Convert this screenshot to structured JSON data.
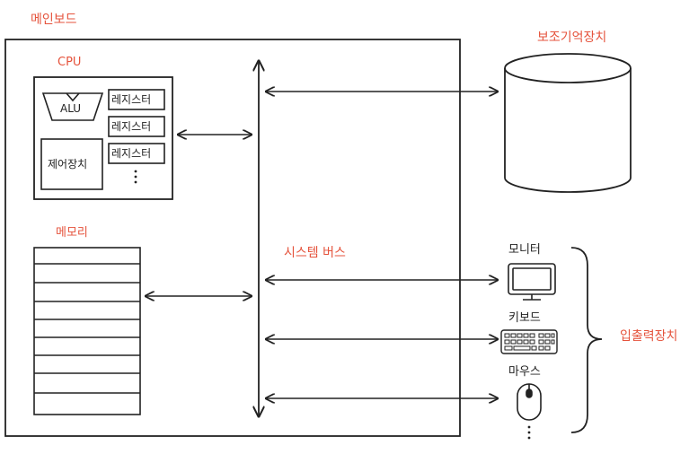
{
  "labels": {
    "mainboard": "메인보드",
    "cpu": "CPU",
    "alu": "ALU",
    "register": "레지스터",
    "control_unit": "제어장치",
    "memory": "메모리",
    "system_bus": "시스템 버스",
    "storage": "보조기억장치",
    "monitor": "모니터",
    "keyboard": "키보드",
    "mouse": "마우스",
    "io_devices": "입출력장치"
  },
  "colors": {
    "accent": "#e5533c",
    "ink": "#222222"
  },
  "icons": [
    "monitor-icon",
    "keyboard-icon",
    "mouse-icon",
    "disk-cylinder-icon"
  ]
}
